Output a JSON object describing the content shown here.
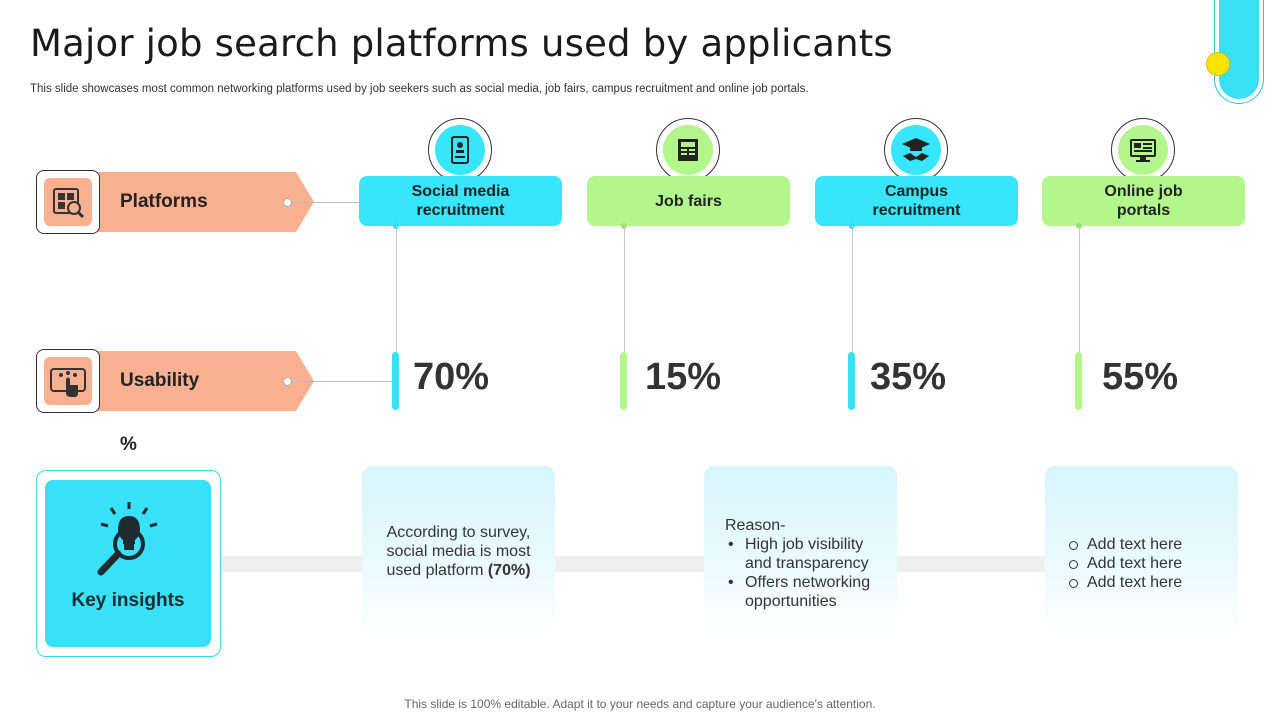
{
  "title": "Major job search platforms used by applicants",
  "subtitle": "This slide showcases most common networking platforms used by job seekers such as social media, job fairs, campus recruitment and online job portals.",
  "footer": "This slide is 100% editable. Adapt it to your needs and capture your audience's attention.",
  "colors": {
    "cyan": "#38e6fb",
    "green": "#b3f78c",
    "salmon": "#f9b090"
  },
  "rows": {
    "platforms_label": "Platforms",
    "platforms_icon": "job-search-icon",
    "usability_label": "Usability %",
    "usability_icon": "touch-screen-icon"
  },
  "platforms": [
    {
      "name": "Social media recruitment",
      "usability": "70%",
      "icon": "mobile-profile-icon",
      "color": "cyan"
    },
    {
      "name": "Job fairs",
      "usability": "15%",
      "icon": "job-newspaper-icon",
      "color": "green"
    },
    {
      "name": "Campus recruitment",
      "usability": "35%",
      "icon": "graduation-handshake-icon",
      "color": "cyan"
    },
    {
      "name": "Online job portals",
      "usability": "55%",
      "icon": "online-portal-icon",
      "color": "green"
    }
  ],
  "insights": {
    "label": "Key insights",
    "icon": "lightbulb-magnifier-icon",
    "card1": {
      "text": "According to survey, social media is most used platform ",
      "bold": "(70%)"
    },
    "card2": {
      "heading": "Reason-",
      "bullets": [
        "High job visibility and transparency",
        "Offers networking opportunities"
      ]
    },
    "card3": {
      "items": [
        "Add text here",
        "Add text here",
        "Add text here"
      ]
    }
  }
}
